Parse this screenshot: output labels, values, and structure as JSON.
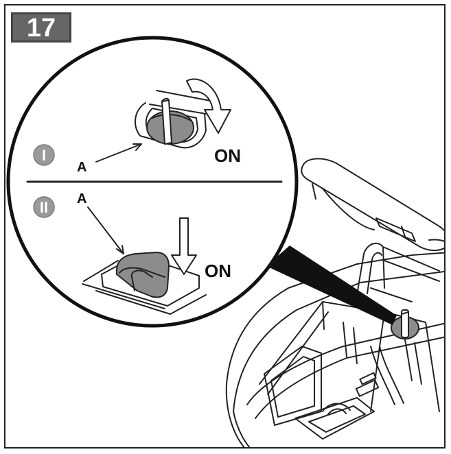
{
  "step": {
    "number": "17"
  },
  "illustration": {
    "panel_1": {
      "roman": "I",
      "pointer_label": "A",
      "state_label": "ON"
    },
    "panel_2": {
      "roman": "II",
      "pointer_label": "A",
      "state_label": "ON"
    }
  },
  "colors": {
    "badge_fill": "#666666",
    "line": "#222222",
    "roman_circle": "#9a9a9a",
    "knob_fill": "#8c8c8c"
  }
}
